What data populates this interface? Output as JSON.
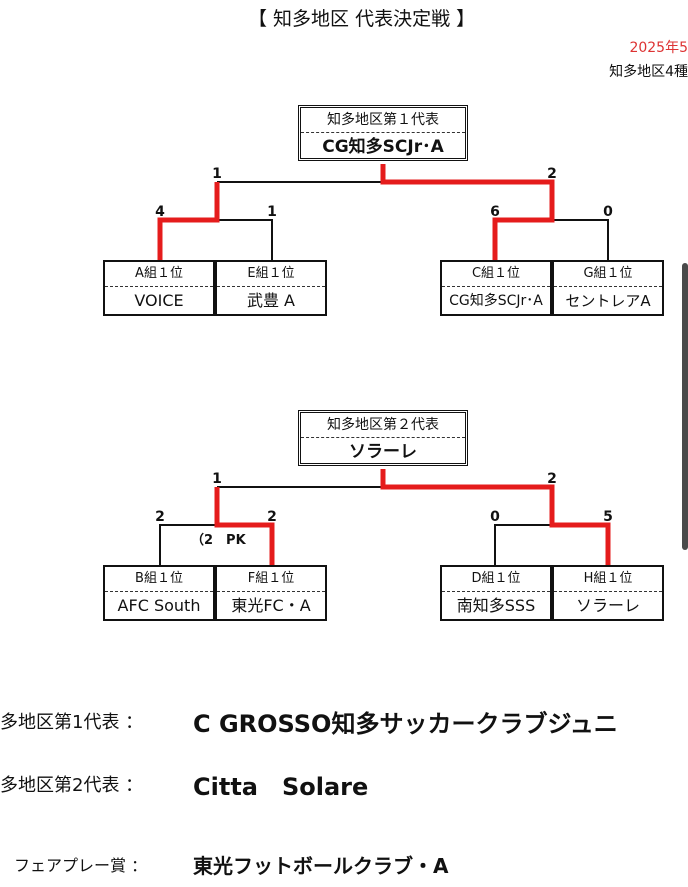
{
  "header": {
    "title": "【 知多地区 代表決定戦 】",
    "date": "2025年5",
    "subtitle": "知多地区4種"
  },
  "bracket1": {
    "rep_header": "知多地区第１代表",
    "rep_name": "CG知多SCJr･A",
    "scores": {
      "top_left": "1",
      "top_right": "2",
      "a": "4",
      "e": "1",
      "c": "6",
      "g": "0"
    },
    "teams": [
      {
        "group": "A組１位",
        "name": "VOICE"
      },
      {
        "group": "E組１位",
        "name": "武豊 A"
      },
      {
        "group": "C組１位",
        "name": "CG知多SCJr･A"
      },
      {
        "group": "G組１位",
        "name": "セントレアA"
      }
    ]
  },
  "bracket2": {
    "rep_header": "知多地区第２代表",
    "rep_name": "ソラーレ",
    "scores": {
      "top_left": "1",
      "top_right": "2",
      "b": "2",
      "f": "2",
      "d": "0",
      "h": "5"
    },
    "pk": "（2　PK",
    "teams": [
      {
        "group": "B組１位",
        "name": "AFC South"
      },
      {
        "group": "F組１位",
        "name": "東光FC・A"
      },
      {
        "group": "D組１位",
        "name": "南知多SSS"
      },
      {
        "group": "H組１位",
        "name": "ソラーレ"
      }
    ]
  },
  "results": [
    {
      "label": "多地区第1代表 ：",
      "value": "C GROSSO知多サッカークラブジュニ"
    },
    {
      "label": "多地区第2代表 ：",
      "value": "Citta　Solare"
    },
    {
      "label": "フェアプレー賞 ：",
      "value": "東光フットボールクラブ・A"
    }
  ],
  "colors": {
    "winner_line": "#e51c1c",
    "line": "#111111",
    "date": "#dd3333"
  }
}
